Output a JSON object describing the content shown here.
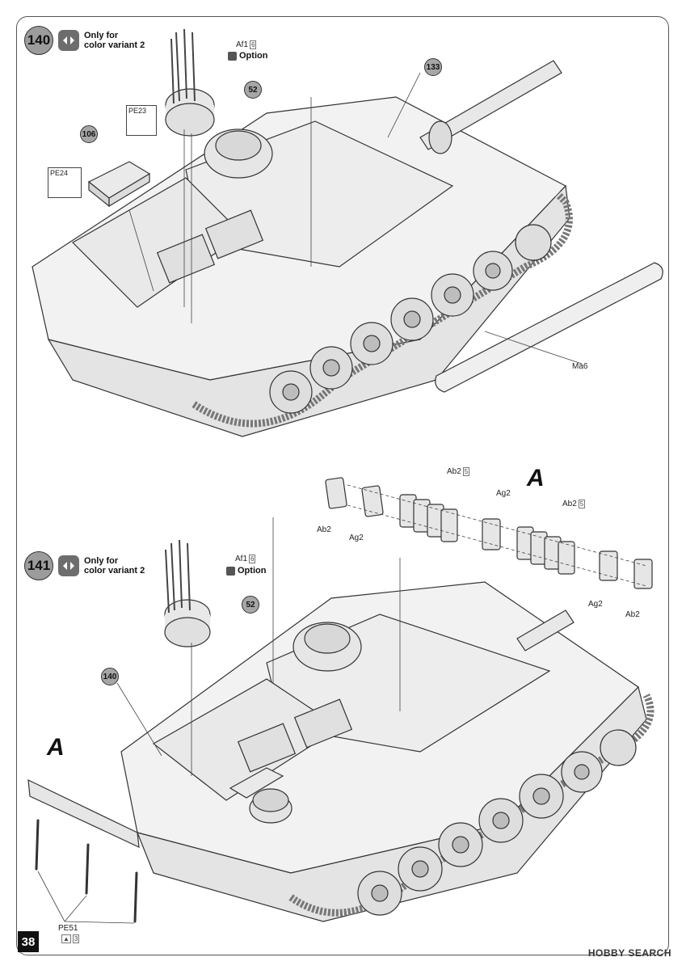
{
  "page": {
    "number": "38"
  },
  "steps": [
    {
      "number": "140",
      "note_line1": "Only for",
      "note_line2": "color variant 2"
    },
    {
      "number": "141",
      "note_line1": "Only for",
      "note_line2": "color variant 2"
    }
  ],
  "parts": {
    "af1_top": "Af1",
    "af1_top_tag": "6",
    "option_top": "Option",
    "af1_bottom": "Af1",
    "af1_bottom_tag": "6",
    "option_bottom": "Option",
    "pe23": "PE23",
    "pe24": "PE24",
    "ma6": "Ma6",
    "ab2_group1": "Ab2",
    "ab2_group1_tag": "5",
    "ab2_group2": "Ab2",
    "ab2_group2_tag": "5",
    "ag2_a": "Ag2",
    "ag2_b": "Ag2",
    "ag2_c": "Ag2",
    "ab2_a": "Ab2",
    "ab2_b": "Ab2",
    "pe51": "PE51",
    "pe51_tag": "3"
  },
  "callouts": {
    "c133": "133",
    "c52_top": "52",
    "c106": "106",
    "c52_bottom": "52",
    "c140": "140"
  },
  "detail_labels": {
    "a_top": "A",
    "a_bottom": "A"
  },
  "watermark": "HOBBY SEARCH"
}
